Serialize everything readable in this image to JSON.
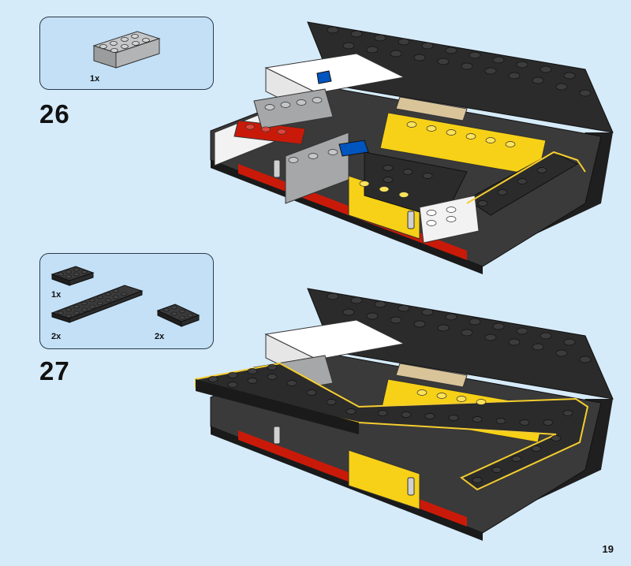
{
  "steps": [
    {
      "number": "26",
      "parts": [
        {
          "name": "2x4 brick",
          "color": "light-bluish-gray",
          "qty": "1x"
        }
      ]
    },
    {
      "number": "27",
      "parts": [
        {
          "name": "2x3 plate",
          "color": "black",
          "qty": "1x"
        },
        {
          "name": "2x10 plate",
          "color": "black",
          "qty": "2x"
        },
        {
          "name": "2x3 plate",
          "color": "black",
          "qty": "2x"
        }
      ]
    }
  ],
  "page_number": "19",
  "colors": {
    "background": "#d6ebf9",
    "parts_box": "#c3e0f6",
    "black_brick": "#2b2b2b",
    "gray_brick": "#a5a7a8",
    "yellow_brick": "#f7d117",
    "red_brick": "#c91a09",
    "blue_brick": "#0055bf",
    "tan_brick": "#d9c49a",
    "highlight_outline": "#f5cd2f"
  }
}
